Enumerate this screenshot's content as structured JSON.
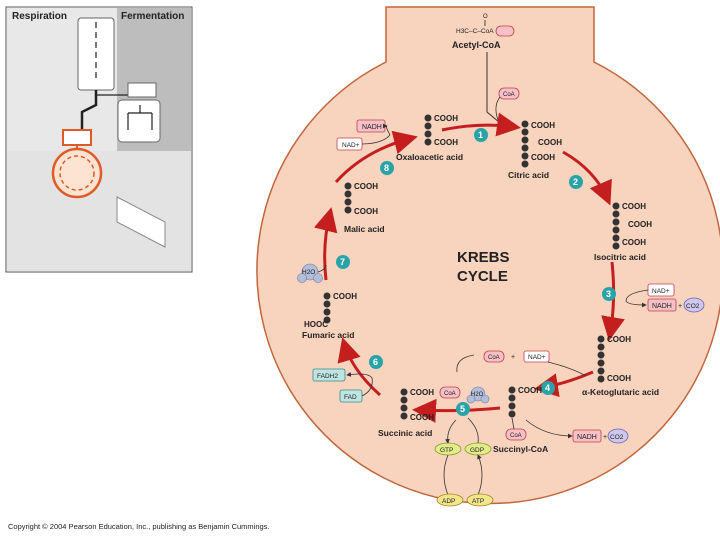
{
  "overview": {
    "respiration": "Respiration",
    "fermentation": "Fermentation"
  },
  "top": {
    "acetyl_coa": "Acetyl-CoA",
    "acetyl_formula": "H3C–C–CoA",
    "acetyl_o": "O",
    "coa_in": "CoA"
  },
  "cycle": {
    "title1": "KREBS",
    "title2": "CYCLE"
  },
  "molecules": {
    "oxaloacetic": "Oxaloacetic acid",
    "citric": "Citric acid",
    "isocitric": "Isocitric acid",
    "ketoglutaric": "α-Ketoglutaric acid",
    "succinyl_coa": "Succinyl-CoA",
    "succinic": "Succinic acid",
    "fumaric": "Fumaric acid",
    "malic": "Malic acid"
  },
  "groups": {
    "cooh": "COOH",
    "hooc": "HOOC",
    "c": "C"
  },
  "cofactors": {
    "nadh": "NADH",
    "nad": "NAD+",
    "co2": "CO2",
    "coa": "CoA",
    "h2o": "H2O",
    "fadh2": "FADH2",
    "fad": "FAD",
    "gtp": "GTP",
    "gdp": "GDP",
    "adp": "ADP",
    "atp": "ATP",
    "plus": "+"
  },
  "steps": [
    "1",
    "2",
    "3",
    "4",
    "5",
    "6",
    "7",
    "8"
  ],
  "colors": {
    "cycle_fill": "#f8d3bd",
    "cycle_stroke": "#c0663a",
    "arrow": "#c41e1e",
    "step_badge": "#2aa3a8",
    "nad_box": "#f6c0c6",
    "co2_fill": "#cfc8ec",
    "fad_fill": "#bfe5e2",
    "gtp_fill": "#e3ec8a",
    "atp_fill": "#f3e58c",
    "water_fill": "#b4bed8"
  },
  "copyright": "Copyright © 2004 Pearson Education, Inc., publishing as Benjamin Cummings."
}
